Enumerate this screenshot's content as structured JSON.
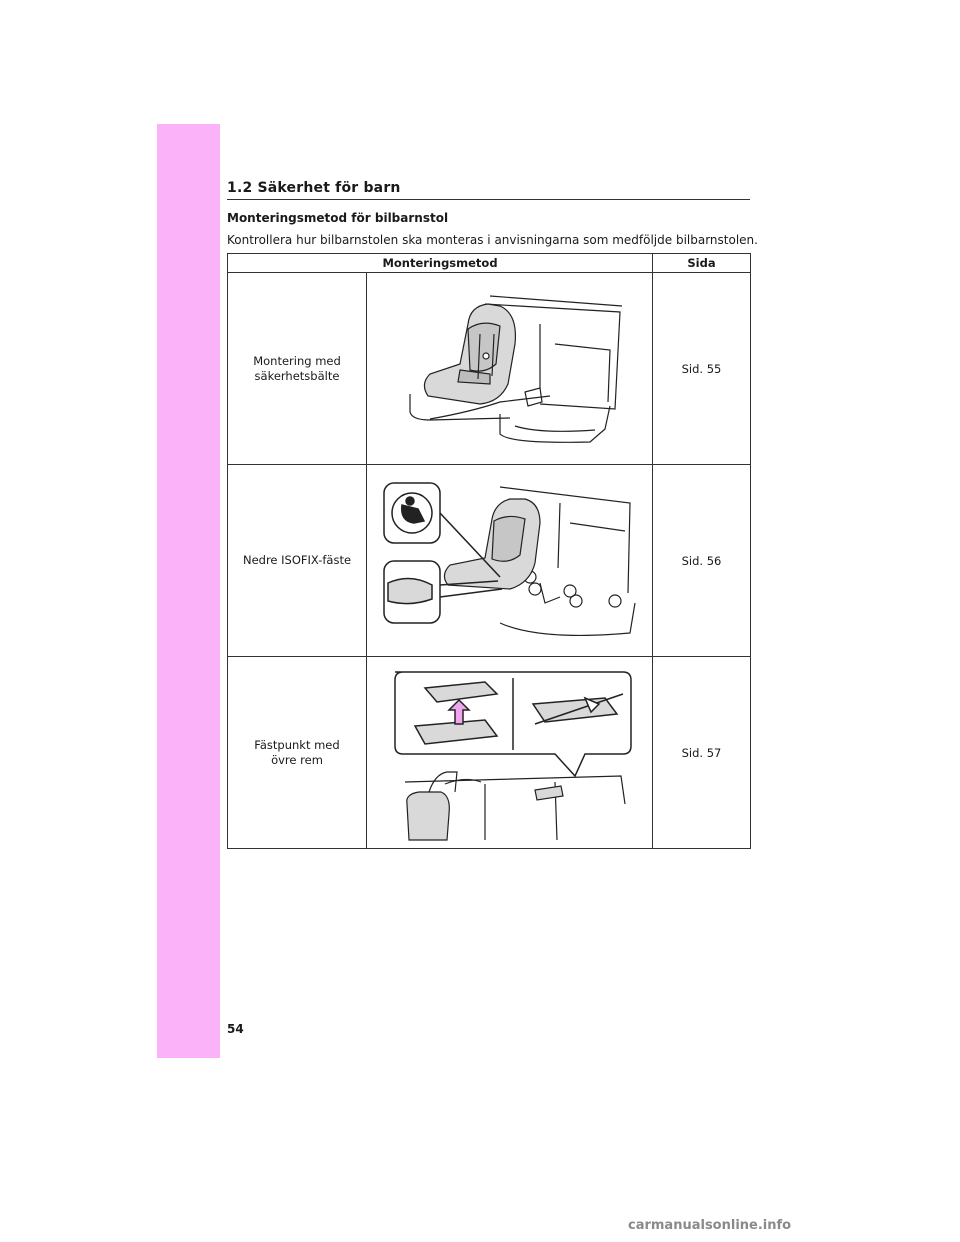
{
  "section": {
    "title": "1.2  Säkerhet för barn"
  },
  "heading": "Monteringsmetod för bilbarnstol",
  "intro": "Kontrollera hur bilbarnstolen ska monteras i anvisningarna som medföljde bilbarnstolen.",
  "table": {
    "headers": {
      "method": "Monteringsmetod",
      "page": "Sida"
    },
    "rows": [
      {
        "method_line1": "Montering med",
        "method_line2": "säkerhetsbälte",
        "page": "Sid. 55"
      },
      {
        "method_line1": "Nedre ISOFIX-fäste",
        "method_line2": "",
        "page": "Sid. 56"
      },
      {
        "method_line1": "Fästpunkt med",
        "method_line2": "övre rem",
        "page": "Sid. 57"
      }
    ]
  },
  "page_number": "54",
  "watermark": "carmanualsonline.info",
  "colors": {
    "side_tab": "#fbb2f8",
    "seat_fill": "#d9d9d9",
    "arrow": "#f0a6ee"
  }
}
